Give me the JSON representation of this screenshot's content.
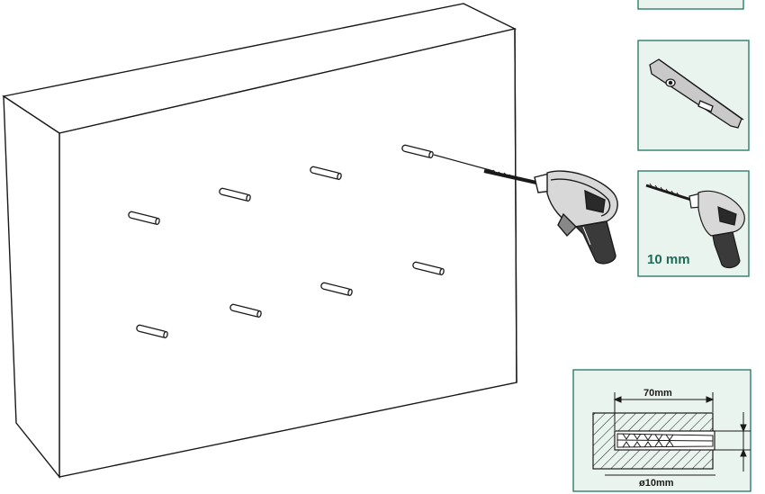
{
  "panels": {
    "drill_bit_size": {
      "label": "10 mm"
    },
    "anchor_spec": {
      "depth_label": "70mm",
      "diameter_label": "ø10mm"
    }
  },
  "colors": {
    "panel_border": "#2e7d6b",
    "panel_fill": "#eaf4ef",
    "label_text": "#1f6b58",
    "line": "#1a1a1a"
  },
  "icons": {
    "level_panel": "spirit-level-icon",
    "drill_panel": "power-drill-icon",
    "main_drill": "power-drill-icon"
  }
}
